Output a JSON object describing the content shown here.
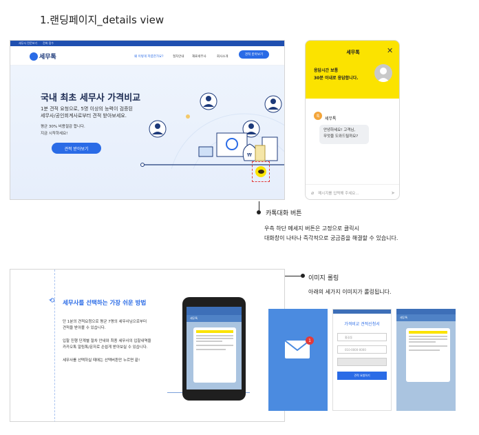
{
  "page_title": "1.랜딩페이지_details view",
  "landing": {
    "topbar": [
      "세무사 전문보기",
      "전화 접수"
    ],
    "logo": "세무톡",
    "nav": [
      "왜 이렇게 저렴한가요?",
      "절차안내",
      "재료세무사",
      "회사소개"
    ],
    "nav_cta": "견적 받아보기",
    "hero_heading": "국내 최초 세무사 가격비교",
    "hero_line1": "1분 견적 요청으로, 5명 이상의 능력이 검증된",
    "hero_line2": "세무사/공인회계사로부터 견적 받아보세요.",
    "hero_sub1": "평균 30% 비용절감 합니다.",
    "hero_sub2": "지금 시작하세요!",
    "hero_button": "견적 받아보기"
  },
  "chat": {
    "title": "세무톡",
    "close": "✕",
    "hours_line1": "응답시간 보통",
    "hours_line2": "30분 이내로 응답합니다.",
    "author": "세무톡",
    "author_badge": "톡",
    "bubble_line1": "안녕하세요! 고객님,",
    "bubble_line2": "무엇을 도와드릴까요?",
    "input_placeholder": "메시지를 입력해 주세요..."
  },
  "callout_kakao": {
    "label": "카톡대화 버튼",
    "desc1": "우측 하단 메세지 버튼은 고정으로 클릭시",
    "desc2": "대화창이 나타나 즉각적으로 궁금증을 해결할 수 있습니다."
  },
  "callout_roll": {
    "label": "이미지 롤링",
    "desc": "아래의 세가지 이미지가 롤링됩니다."
  },
  "section2": {
    "title": "세무사를 선택하는 가장 쉬운 방법",
    "p1a": "단 1분의 견적요청으로 평균 7명의 세무사님으로부터",
    "p1b": "견적을 받아볼 수 있습니다.",
    "p2a": "입찰 진행 단계별 절차 안내와 최종 세무사의 입찰내역을",
    "p2b": "카카오톡 알림톡/문자로 손쉽게 받아보실 수 있습니다.",
    "p3": "세무사를 선택하실 때에는 선택버튼만 누르면 끝!",
    "phone_header": "세무톡"
  },
  "rolling": {
    "badge": "1",
    "form_title": "가격비교 견적신청서",
    "form_name": "홍길동",
    "form_phone": "010-0000-0000",
    "form_button": "견적 요청하기",
    "chat_header": "세무톡"
  }
}
